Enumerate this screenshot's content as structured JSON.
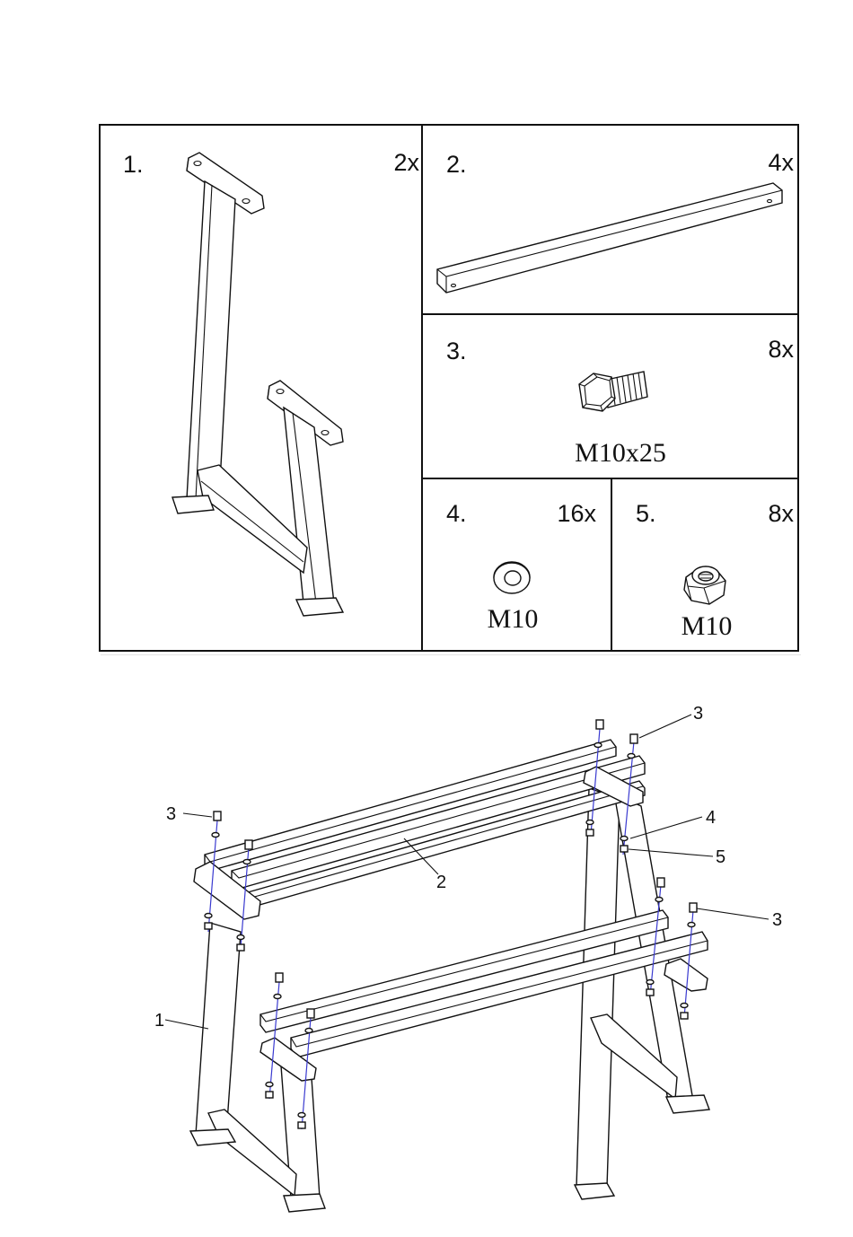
{
  "parts": [
    {
      "number": "1.",
      "qty": "2x",
      "name": "frame-leg"
    },
    {
      "number": "2.",
      "qty": "4x",
      "name": "angle-rail"
    },
    {
      "number": "3.",
      "qty": "8x",
      "name": "bolt",
      "spec": "M10x25"
    },
    {
      "number": "4.",
      "qty": "16x",
      "name": "washer",
      "spec": "M10"
    },
    {
      "number": "5.",
      "qty": "8x",
      "name": "lock-nut",
      "spec": "M10"
    }
  ],
  "assembly": {
    "callouts": {
      "bolt_top_right": "3",
      "bolt_left": "3",
      "bolt_lower_right": "3",
      "washer": "4",
      "nut": "5",
      "rail": "2",
      "frame": "1"
    }
  }
}
